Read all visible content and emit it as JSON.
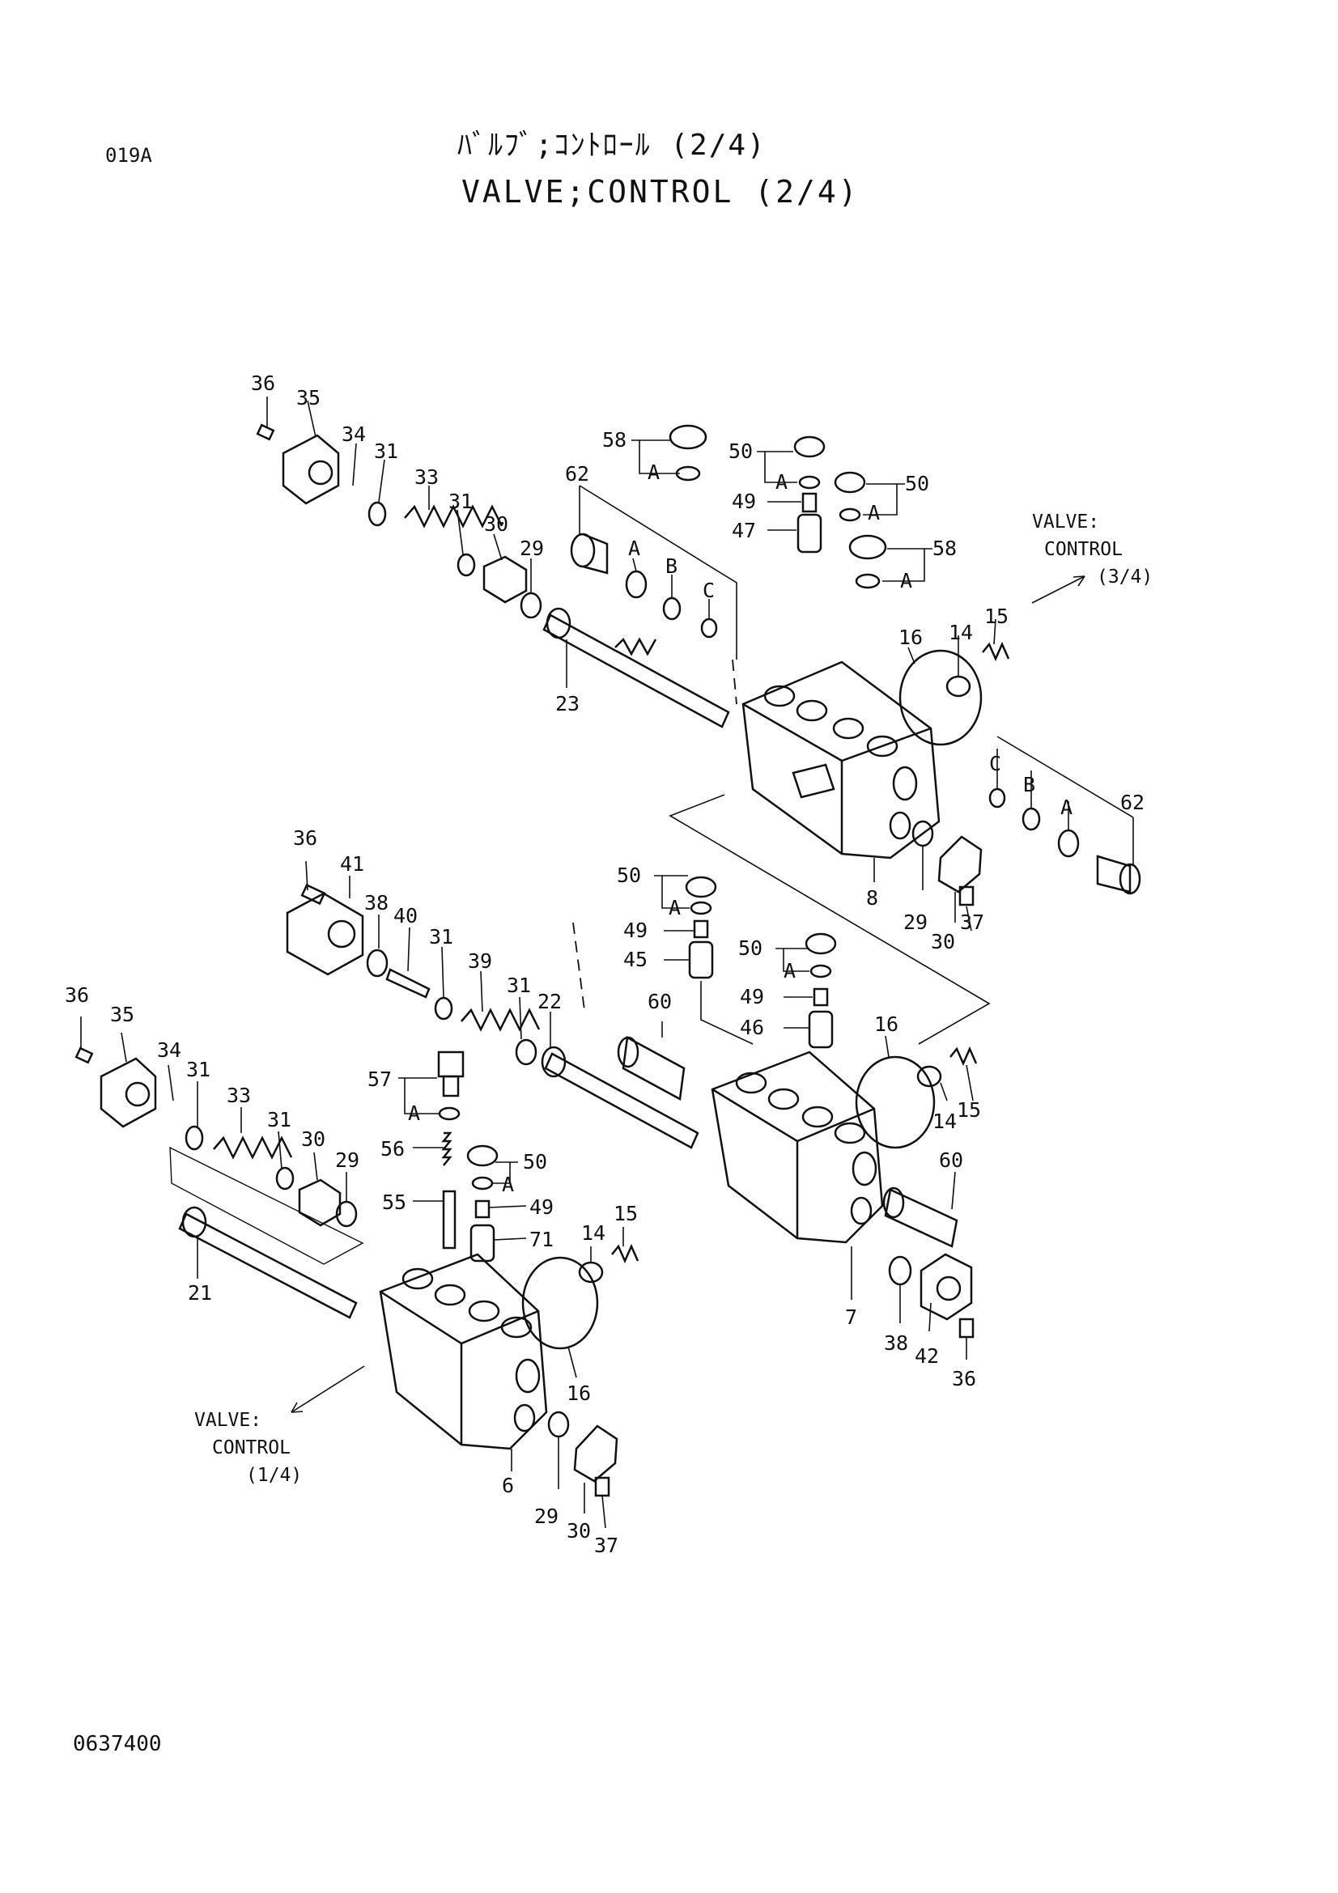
{
  "header": {
    "page_code": "019A",
    "title_jp": "ﾊﾞﾙﾌﾞ;ｺﾝﾄﾛｰﾙ (2/4)",
    "title_en": "VALVE;CONTROL (2/4)"
  },
  "footer": {
    "drawing_number": "0637400"
  },
  "references": {
    "to_3_4": {
      "line1": "VALVE:",
      "line2": "CONTROL",
      "line3": "(3/4)"
    },
    "to_1_4": {
      "line1": "VALVE:",
      "line2": "CONTROL",
      "line3": "(1/4)"
    }
  },
  "labels": {
    "l36a": "36",
    "l35a": "35",
    "l34a": "34",
    "l31a": "31",
    "l33a": "33",
    "l31b": "31",
    "l30a": "30",
    "l29a": "29",
    "l23": "23",
    "l62a": "62",
    "lAa": "A",
    "lBa": "B",
    "lCa": "C",
    "l58a": "58",
    "lA58a": "A",
    "l50a": "50",
    "lA50a": "A",
    "l49a": "49",
    "l47": "47",
    "l50b": "50",
    "lA50b": "A",
    "l58b": "58",
    "lA58b": "A",
    "l16a": "16",
    "l14a": "14",
    "l15a": "15",
    "lCb": "C",
    "lBb": "B",
    "lAb": "A",
    "l62b": "62",
    "l8": "8",
    "l29b": "29",
    "l30b": "30",
    "l37a": "37",
    "l36b": "36",
    "l41": "41",
    "l38a": "38",
    "l40": "40",
    "l31c": "31",
    "l39": "39",
    "l31d": "31",
    "l22": "22",
    "l50c": "50",
    "lA50c": "A",
    "l49b": "49",
    "l45": "45",
    "l60a": "60",
    "l50d": "50",
    "lA50d": "A",
    "l49c": "49",
    "l46": "46",
    "l16b": "16",
    "l14b": "14",
    "l15b": "15",
    "l60b": "60",
    "l7": "7",
    "l38b": "38",
    "l42": "42",
    "l36c": "36",
    "l36d": "36",
    "l35b": "35",
    "l34b": "34",
    "l31e": "31",
    "l33b": "33",
    "l31f": "31",
    "l30c": "30",
    "l29c": "29",
    "l21": "21",
    "l57": "57",
    "lA57": "A",
    "l56": "56",
    "l50e": "50",
    "lA50e": "A",
    "l55": "55",
    "l49d": "49",
    "l71": "71",
    "l14c": "14",
    "l15c": "15",
    "l16c": "16",
    "l6": "6",
    "l29d": "29",
    "l30d": "30",
    "l37b": "37"
  }
}
